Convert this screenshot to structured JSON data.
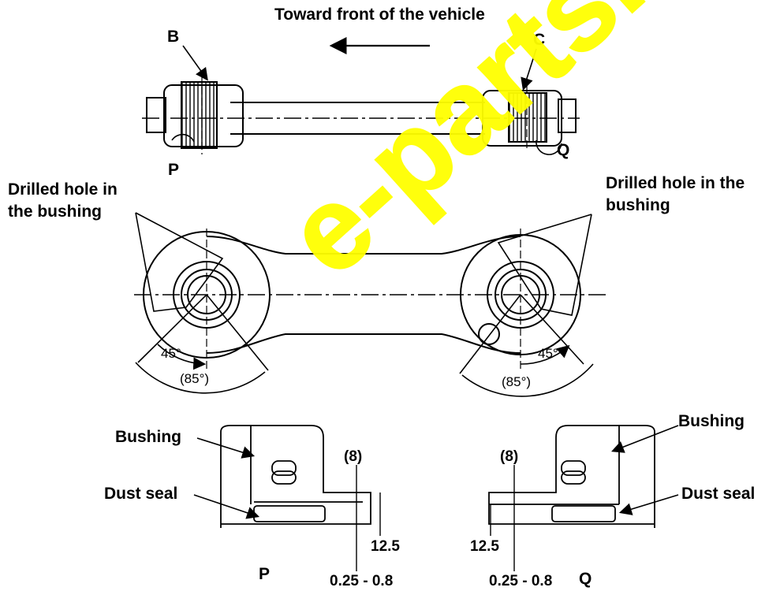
{
  "labels": {
    "direction": "Toward front of the vehicle",
    "b": "B",
    "c": "C",
    "p_top": "P",
    "q_top": "Q",
    "drilled_left_line1": "Drilled hole in",
    "drilled_left_line2": "the bushing",
    "drilled_right_line1": "Drilled hole in the",
    "drilled_right_line2": "bushing",
    "angle_left_45": "45°",
    "angle_left_85": "(85°)",
    "angle_right_45": "45°",
    "angle_right_85": "(85°)",
    "bushing_left": "Bushing",
    "bushing_right": "Bushing",
    "dust_seal_left": "Dust seal",
    "dust_seal_right": "Dust seal",
    "dim8_left": "(8)",
    "dim8_right": "(8)",
    "dim125_left": "12.5",
    "dim125_right": "12.5",
    "tol_left": "0.25 - 0.8",
    "tol_right": "0.25 - 0.8",
    "p_bottom": "P",
    "q_bottom": "Q"
  },
  "watermark": "e-parts.com"
}
